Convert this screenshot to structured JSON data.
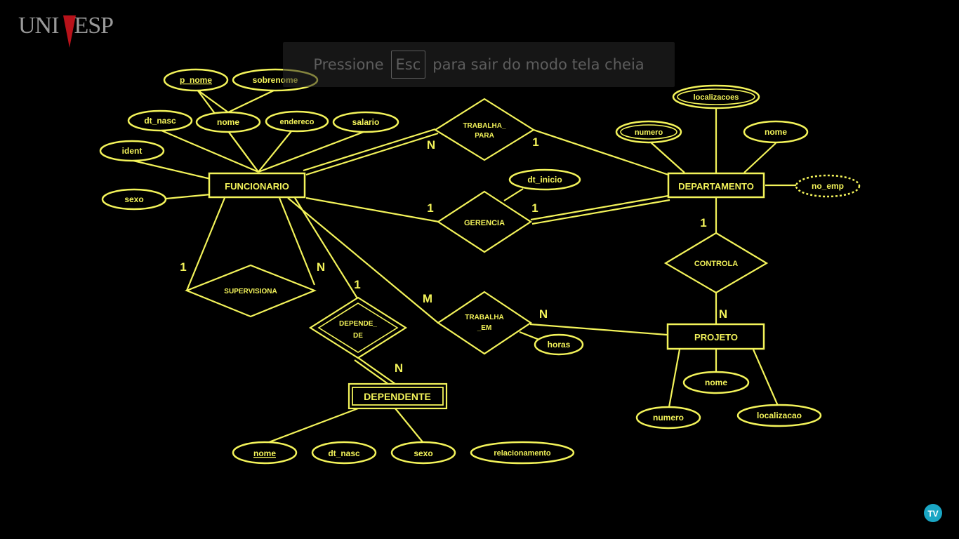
{
  "branding": {
    "logo_text_left": "UNI",
    "logo_text_v": "V",
    "logo_text_right": "ESP",
    "accent_color": "#b8121a"
  },
  "fullscreen_notice": {
    "before": "Pressione",
    "key": "Esc",
    "after": "para sair do modo tela cheia"
  },
  "tv_logo_text": "TV",
  "colors": {
    "diagram": "#f3f35a",
    "background": "#000000"
  },
  "entities": {
    "funcionario": "FUNCIONARIO",
    "departamento": "DEPARTAMENTO",
    "projeto": "PROJETO",
    "dependente": "DEPENDENTE"
  },
  "relationships": {
    "trabalha_para": [
      "TRABALHA_",
      "PARA"
    ],
    "gerencia": "GERENCIA",
    "controla": "CONTROLA",
    "trabalha_em": [
      "TRABALHA",
      "_EM"
    ],
    "supervisiona": "SUPERVISIONA",
    "depende_de": [
      "DEPENDE_",
      "DE"
    ]
  },
  "attributes": {
    "p_nome": "p_nome",
    "sobrenome": "sobrenome",
    "dt_nasc": "dt_nasc",
    "nome_func": "nome",
    "endereco": "endereco",
    "salario": "salario",
    "ident": "ident",
    "sexo_func": "sexo",
    "localizacoes": "localizacoes",
    "numero_dep": "numero",
    "nome_dep": "nome",
    "no_emp": "no_emp",
    "dt_inicio": "dt_inicio",
    "horas": "horas",
    "nome_proj": "nome",
    "numero_proj": "numero",
    "localizacao": "localizacao",
    "nome_dpdt": "nome",
    "dt_nasc_dpdt": "dt_nasc",
    "sexo_dpdt": "sexo",
    "relacionamento": "relacionamento"
  },
  "cardinalities": {
    "trabalha_para_func": "N",
    "trabalha_para_dep": "1",
    "gerencia_func": "1",
    "gerencia_dep": "1",
    "controla_dep": "1",
    "controla_proj": "N",
    "supervisiona_1": "1",
    "supervisiona_n": "N",
    "depende_de_func": "1",
    "depende_de_dpdt": "N",
    "trabalha_em_func": "M",
    "trabalha_em_proj": "N"
  }
}
